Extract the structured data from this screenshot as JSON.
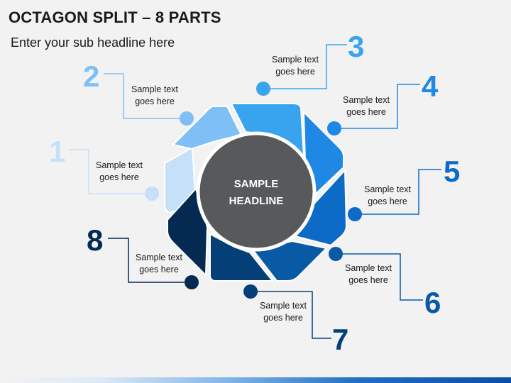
{
  "header": {
    "title": "OCTAGON SPLIT – 8 PARTS",
    "subtitle": "Enter your sub headline here"
  },
  "center": {
    "line1": "SAMPLE",
    "line2": "HEADLINE"
  },
  "items": [
    {
      "number": "1",
      "line1": "Sample text",
      "line2": "goes here",
      "color": "#c5e0f8"
    },
    {
      "number": "2",
      "line1": "Sample text",
      "line2": "goes here",
      "color": "#7ec0f5"
    },
    {
      "number": "3",
      "line1": "Sample text",
      "line2": "goes here",
      "color": "#38a4f0"
    },
    {
      "number": "4",
      "line1": "Sample text",
      "line2": "goes here",
      "color": "#1f88e5"
    },
    {
      "number": "5",
      "line1": "Sample text",
      "line2": "goes here",
      "color": "#0c6bc7"
    },
    {
      "number": "6",
      "line1": "Sample text",
      "line2": "goes here",
      "color": "#075aa3"
    },
    {
      "number": "7",
      "line1": "Sample text",
      "line2": "goes here",
      "color": "#053f78"
    },
    {
      "number": "8",
      "line1": "Sample text",
      "line2": "goes here",
      "color": "#042a52"
    }
  ],
  "colors": {
    "center_fill": "#58595b",
    "center_stroke": "#ffffff"
  }
}
